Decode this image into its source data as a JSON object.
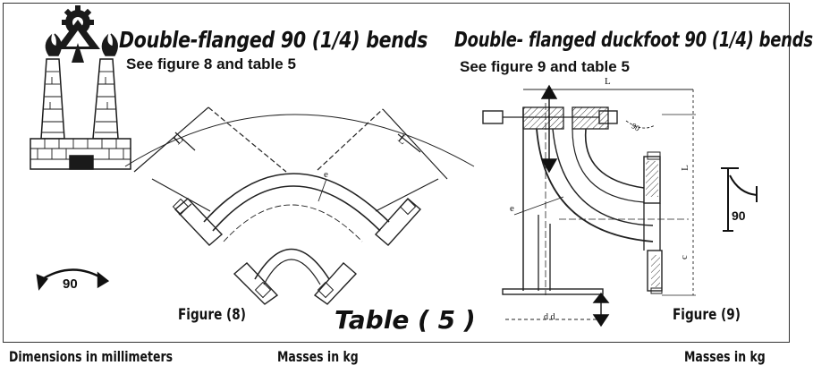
{
  "title_left": "Double-flanged 90 (1/4) bends",
  "subtitle_left": "See figure 8 and table 5",
  "title_right": "Double- flanged duckfoot 90 (1/4) bends",
  "subtitle_right": "See figure 9 and table 5",
  "figure_left": "Figure (8)",
  "figure_right": "Figure (9)",
  "table_label": "Table ( 5 )",
  "footer_left": "Dimensions in millimeters",
  "footer_center": "Masses in kg",
  "footer_right": "Masses in kg",
  "angle_left": "90",
  "angle_right": "90",
  "dims": {
    "L1": "L",
    "L2": "L",
    "e1": "e",
    "L_top": "L",
    "L_side": "L",
    "c": "c",
    "e2": "e",
    "angle": "90",
    "dd": "d d"
  }
}
